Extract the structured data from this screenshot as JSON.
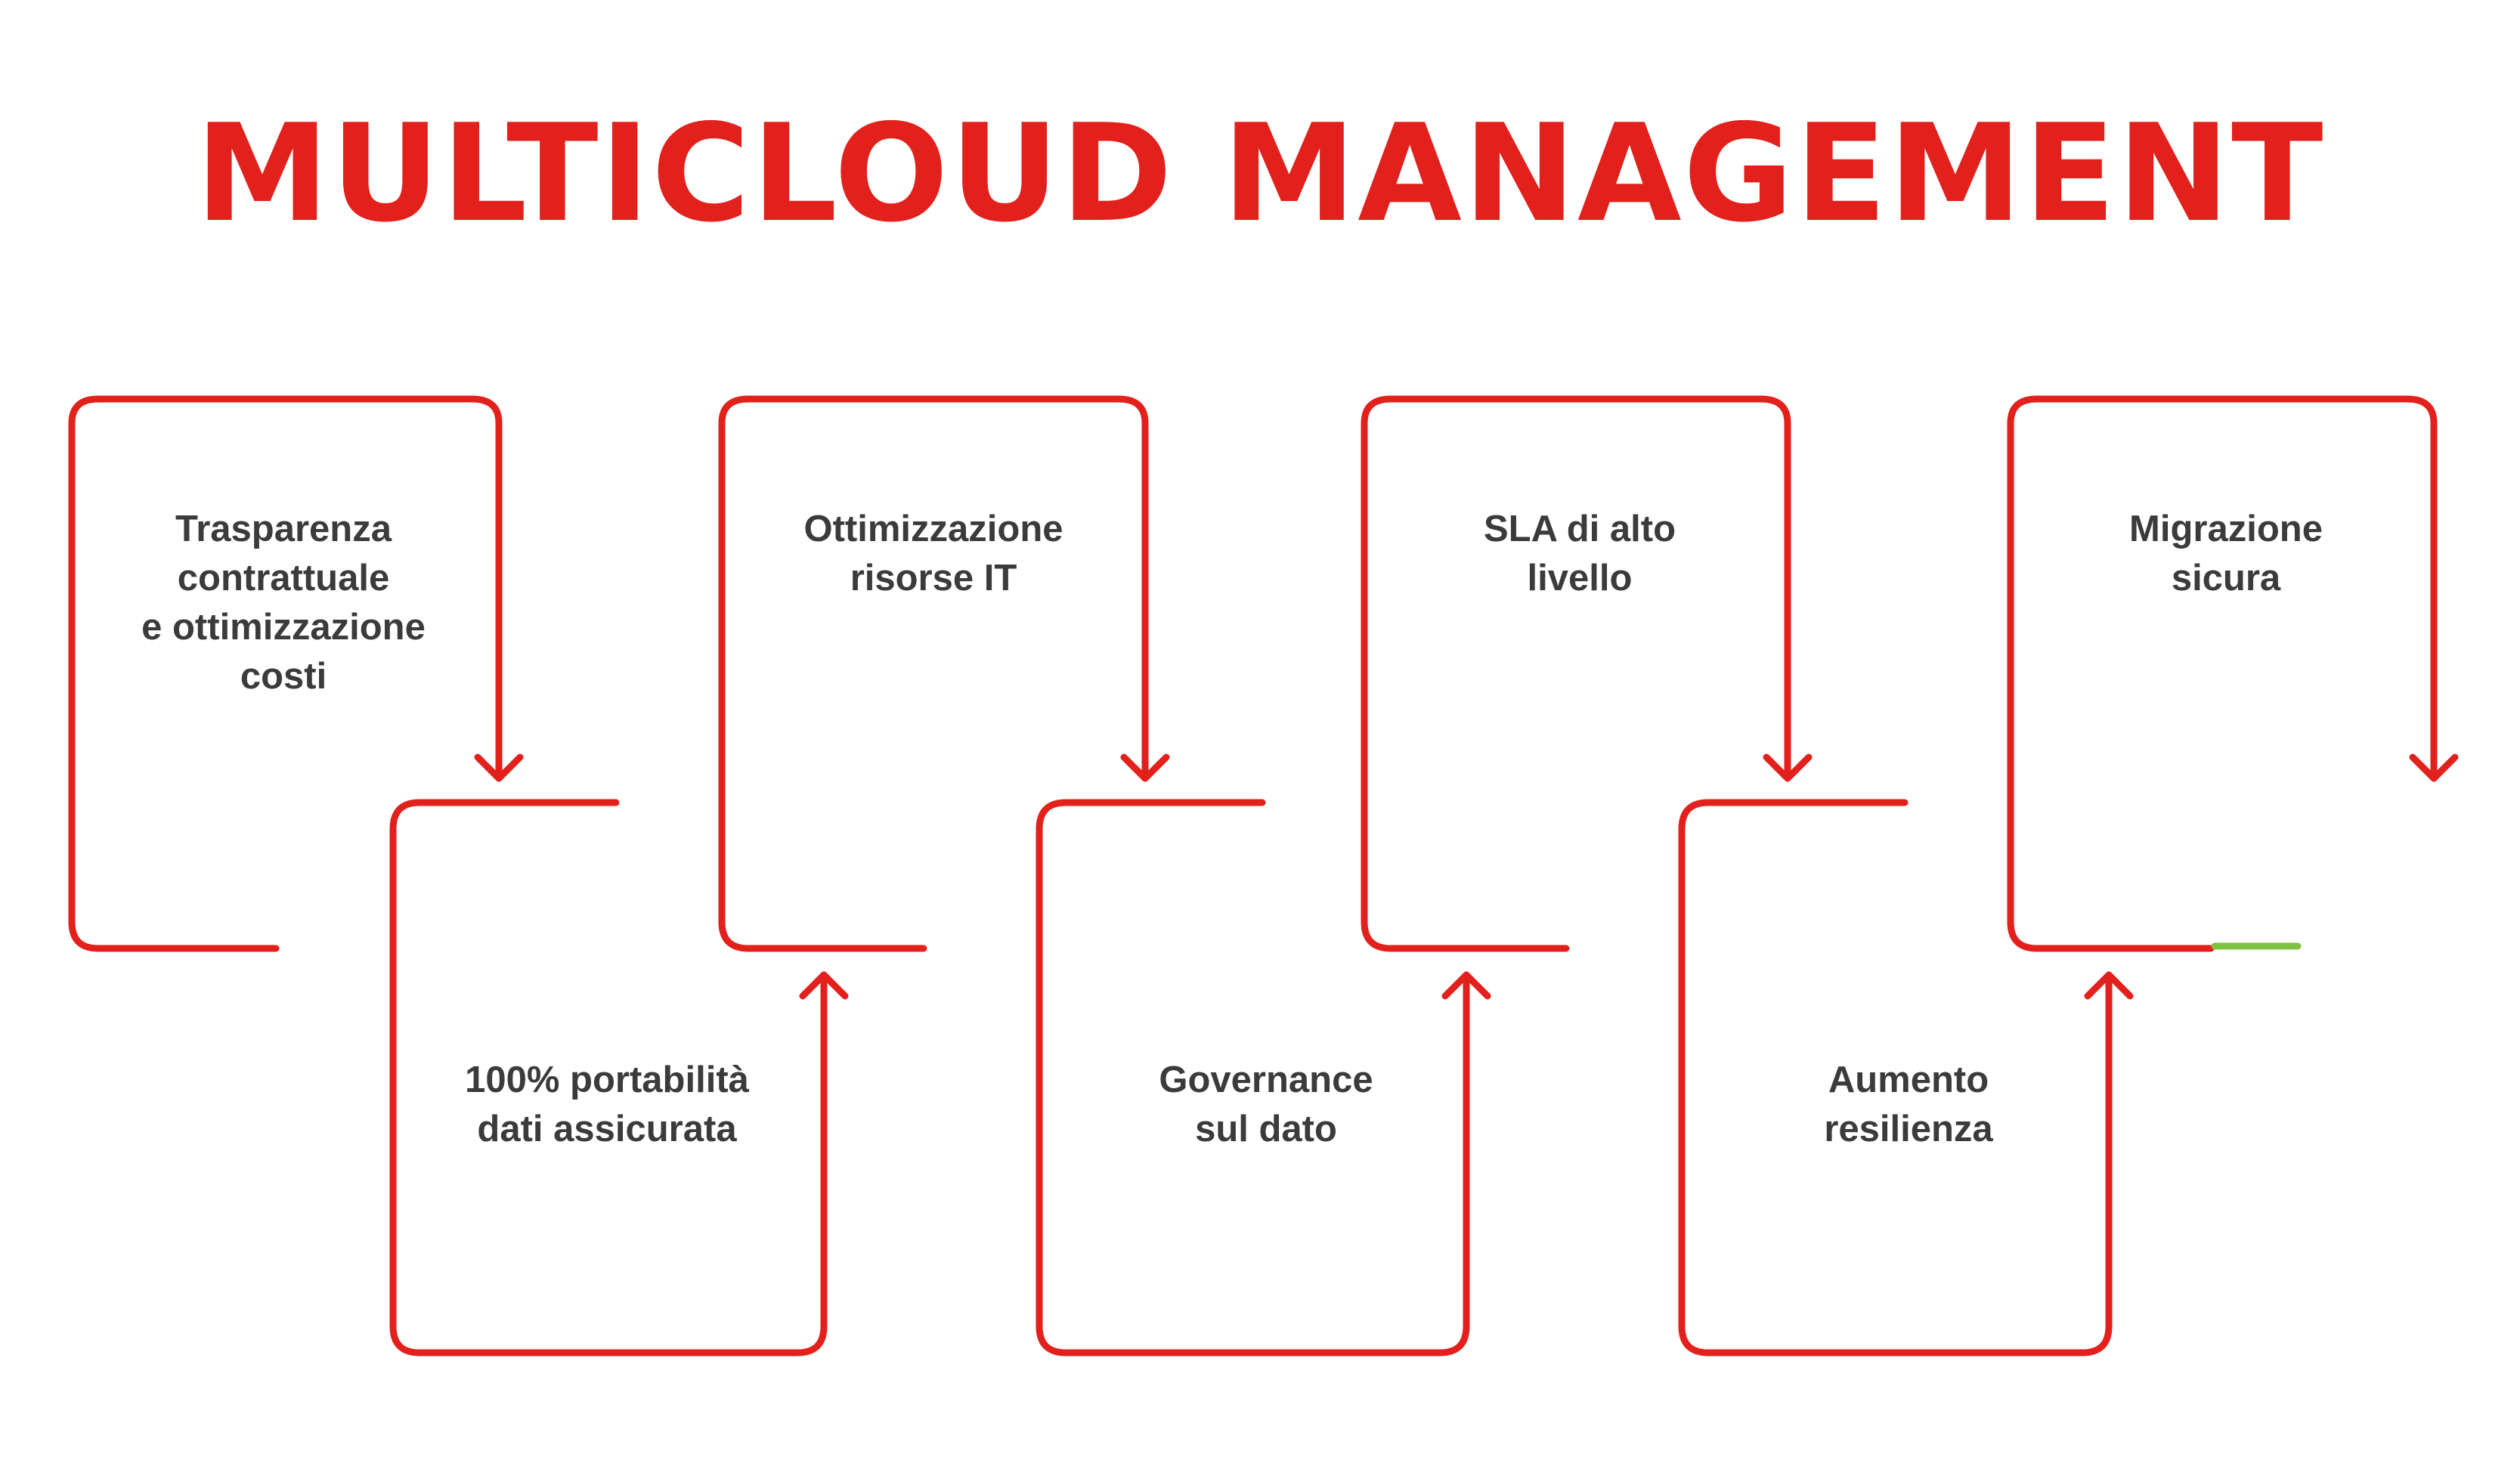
{
  "title": "MULTICLOUD MANAGEMENT",
  "colors": {
    "accent": "#e2201c",
    "text": "#3b3b3b",
    "highlight": "#7dc242",
    "background": "#ffffff"
  },
  "steps": [
    {
      "lines": [
        "Trasparenza",
        "contrattuale",
        "e ottimizzazione",
        "costi"
      ]
    },
    {
      "lines": [
        "100% portabilità",
        "dati assicurata"
      ]
    },
    {
      "lines": [
        "Ottimizzazione",
        "risorse IT"
      ]
    },
    {
      "lines": [
        "Governance",
        "sul dato"
      ]
    },
    {
      "lines": [
        "SLA di alto",
        "livello"
      ]
    },
    {
      "lines": [
        "Aumento",
        "resilienza"
      ]
    },
    {
      "lines": [
        "Migrazione",
        "sicura"
      ]
    }
  ]
}
